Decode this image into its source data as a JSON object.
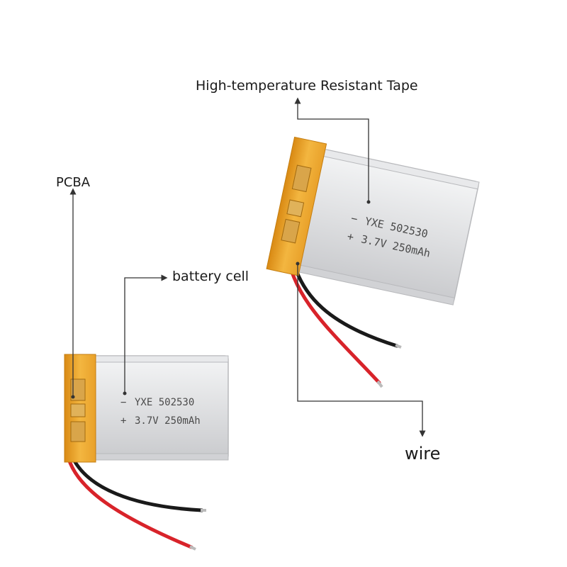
{
  "callouts": {
    "tape": "High-temperature Resistant Tape",
    "pcba": "PCBA",
    "battery_cell": "battery cell",
    "wire": "wire"
  },
  "battery": {
    "line1_symbol": "−",
    "line1_text": "YXE 502530",
    "line2_symbol": "+",
    "line2_text": "3.7V 250mAh"
  },
  "colors": {
    "tape": "#f0a92e",
    "cell": "#dcdde0",
    "red_wire": "#d8232a",
    "black_wire": "#1a1a1a",
    "leader": "#333333"
  }
}
